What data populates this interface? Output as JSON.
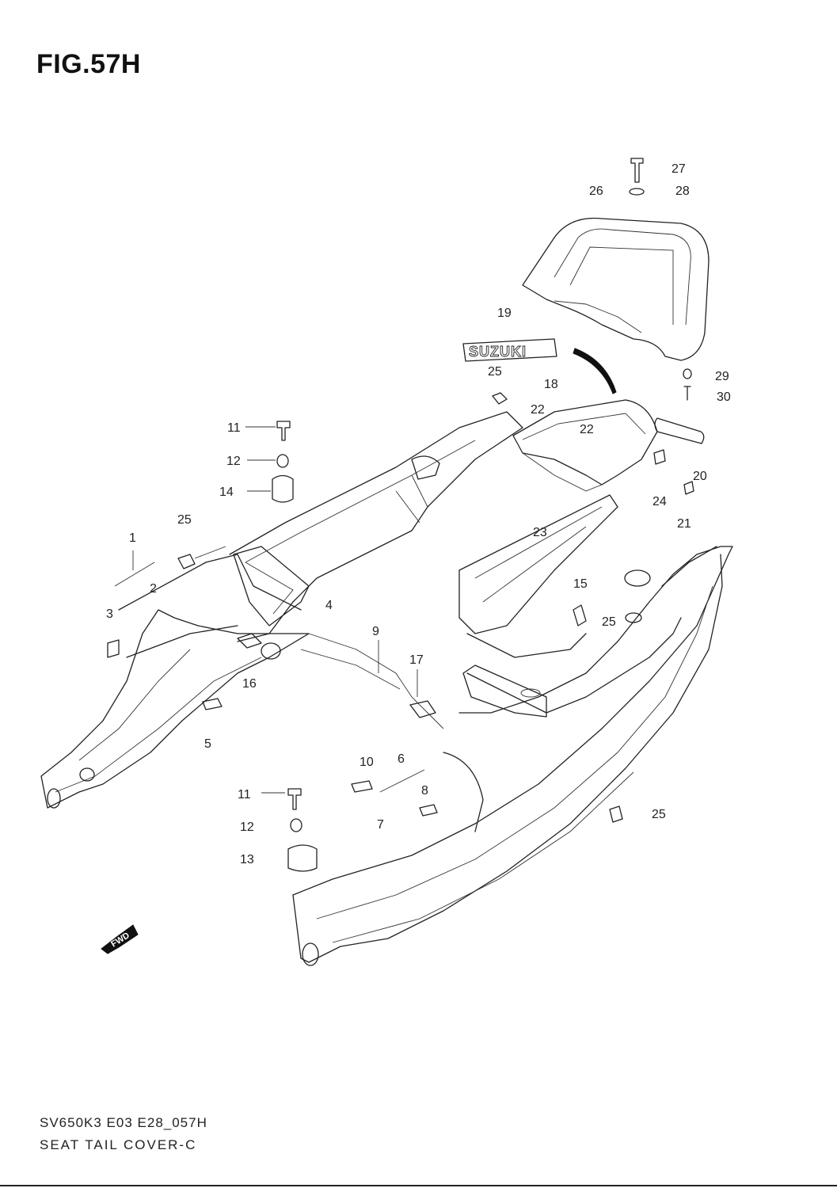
{
  "figure": {
    "title": "FIG.57H",
    "footer_code": "SV650K3 E03 E28_057H",
    "footer_name": "SEAT TAIL COVER-C",
    "logo_text": "SUZUKI",
    "fwd_text": "FWD"
  },
  "callouts": [
    {
      "id": "c1",
      "text": "1"
    },
    {
      "id": "c2",
      "text": "2"
    },
    {
      "id": "c3",
      "text": "3"
    },
    {
      "id": "c4",
      "text": "4"
    },
    {
      "id": "c5",
      "text": "5"
    },
    {
      "id": "c6",
      "text": "6"
    },
    {
      "id": "c7",
      "text": "7"
    },
    {
      "id": "c8",
      "text": "8"
    },
    {
      "id": "c9",
      "text": "9"
    },
    {
      "id": "c10",
      "text": "10"
    },
    {
      "id": "c11a",
      "text": "11"
    },
    {
      "id": "c11b",
      "text": "11"
    },
    {
      "id": "c12a",
      "text": "12"
    },
    {
      "id": "c12b",
      "text": "12"
    },
    {
      "id": "c13",
      "text": "13"
    },
    {
      "id": "c14",
      "text": "14"
    },
    {
      "id": "c15",
      "text": "15"
    },
    {
      "id": "c16",
      "text": "16"
    },
    {
      "id": "c17",
      "text": "17"
    },
    {
      "id": "c18",
      "text": "18"
    },
    {
      "id": "c19",
      "text": "19"
    },
    {
      "id": "c20",
      "text": "20"
    },
    {
      "id": "c21",
      "text": "21"
    },
    {
      "id": "c22a",
      "text": "22"
    },
    {
      "id": "c22b",
      "text": "22"
    },
    {
      "id": "c23",
      "text": "23"
    },
    {
      "id": "c24",
      "text": "24"
    },
    {
      "id": "c25a",
      "text": "25"
    },
    {
      "id": "c25b",
      "text": "25"
    },
    {
      "id": "c25c",
      "text": "25"
    },
    {
      "id": "c25d",
      "text": "25"
    },
    {
      "id": "c26",
      "text": "26"
    },
    {
      "id": "c27",
      "text": "27"
    },
    {
      "id": "c28",
      "text": "28"
    },
    {
      "id": "c29",
      "text": "29"
    },
    {
      "id": "c30",
      "text": "30"
    }
  ]
}
